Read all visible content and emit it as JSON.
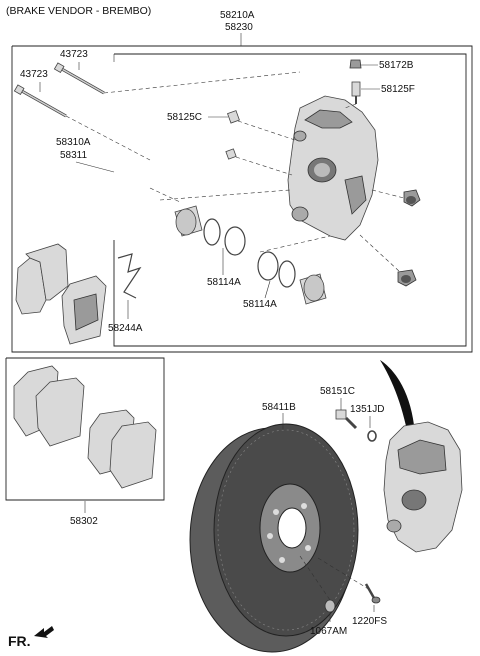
{
  "header": {
    "vendor_note": "(BRAKE VENDOR - BREMBO)"
  },
  "labels": {
    "assy_top": "58210A",
    "assy_bottom": "58230",
    "pin_a": "43723",
    "pin_b": "43723",
    "bracket_a": "58310A",
    "bracket_b": "58311",
    "bleeder": "58172B",
    "bleeder_cap": "58125F",
    "bolt_58125c": "58125C",
    "seal_kit_left": "58114A",
    "seal_kit_right": "58114A",
    "spring": "58244A",
    "pad_kit": "58302",
    "bolt_58151c": "58151C",
    "disc": "58411B",
    "washer": "1351JD",
    "cap": "1067AM",
    "screw": "1220FS"
  },
  "footer": {
    "direction": "FR."
  }
}
